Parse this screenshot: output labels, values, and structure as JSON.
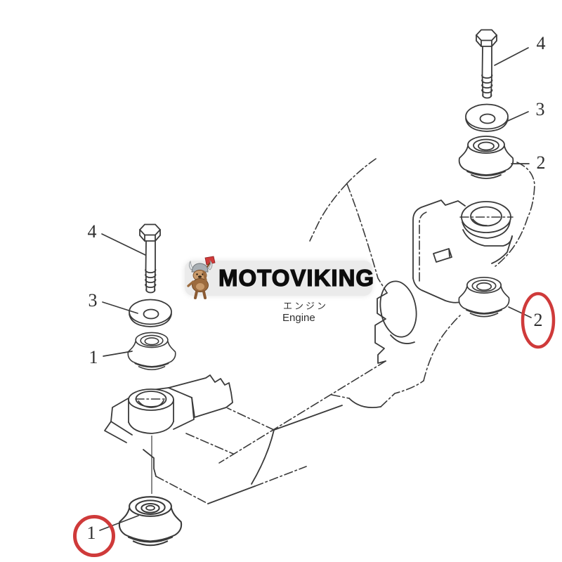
{
  "brand": {
    "name": "MOTOVIKING",
    "mascot": "viking-bear-with-axe"
  },
  "engine_label": {
    "jp": "エンジン",
    "en": "Engine"
  },
  "callouts": {
    "right_column": [
      {
        "part": "4",
        "target": "bolt"
      },
      {
        "part": "3",
        "target": "washer"
      },
      {
        "part": "2",
        "target": "engine-mount-cushion"
      }
    ],
    "left_column": [
      {
        "part": "4",
        "target": "bolt"
      },
      {
        "part": "3",
        "target": "washer"
      },
      {
        "part": "1",
        "target": "engine-mount-cushion"
      }
    ],
    "highlighted": [
      {
        "part": "2",
        "style": "red-ellipse"
      },
      {
        "part": "1",
        "style": "red-circle"
      }
    ]
  },
  "colors": {
    "line": "#3a3a3a",
    "label_text": "#2f2f2f",
    "highlight_red": "#cf3a3a",
    "badge_bg": "#ebebeb",
    "badge_text": "#0d0d0d"
  }
}
